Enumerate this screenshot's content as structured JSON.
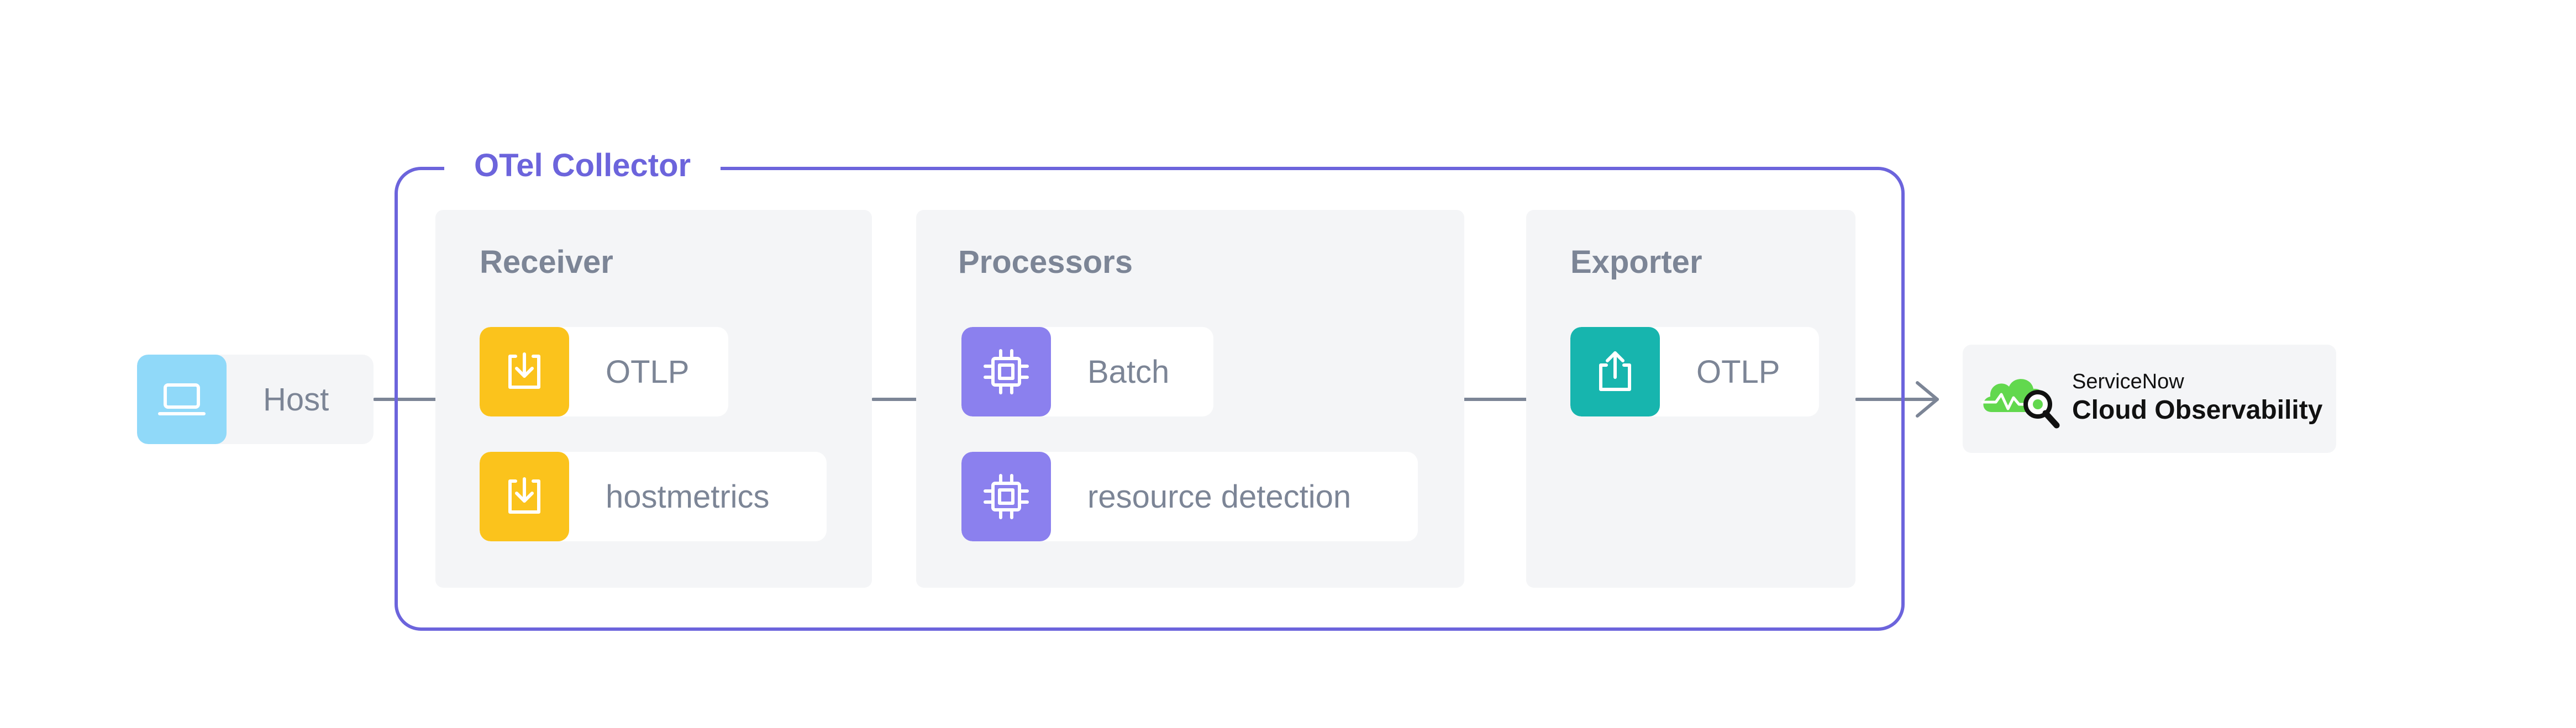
{
  "colors": {
    "collector": "#6c64dc",
    "receiver_tile": "#fbc31c",
    "processor_tile": "#8b80ee",
    "exporter_tile": "#17b5ae",
    "host_tile": "#90d9f9",
    "panel_bg": "#f4f5f7",
    "text_muted": "#7c8596",
    "arrow": "#7c8596"
  },
  "host": {
    "label": "Host",
    "icon": "laptop-icon"
  },
  "collector": {
    "title": "OTel Collector"
  },
  "receiver": {
    "title": "Receiver",
    "items": [
      {
        "label": "OTLP",
        "icon": "download-icon"
      },
      {
        "label": "hostmetrics",
        "icon": "download-icon"
      }
    ]
  },
  "processors": {
    "title": "Processors",
    "items": [
      {
        "label": "Batch",
        "icon": "chip-icon"
      },
      {
        "label": "resource detection",
        "icon": "chip-icon"
      }
    ]
  },
  "exporter": {
    "title": "Exporter",
    "items": [
      {
        "label": "OTLP",
        "icon": "upload-icon"
      }
    ]
  },
  "destination": {
    "line1": "ServiceNow",
    "line2": "Cloud Observability",
    "icon": "cloud-observability-logo"
  }
}
